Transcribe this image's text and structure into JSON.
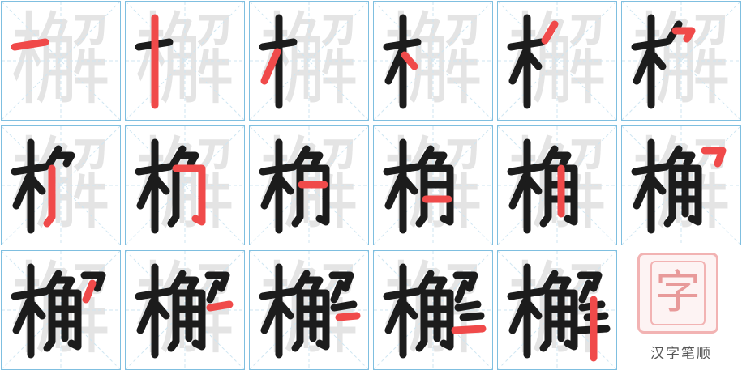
{
  "character": "檞",
  "total_strokes": 17,
  "colors": {
    "done": "#1c1c1c",
    "current": "#f04a4a",
    "ghost": "#e4e4e4",
    "grid": "#7fbfe0"
  },
  "steps": [
    1,
    2,
    3,
    4,
    5,
    6,
    7,
    8,
    9,
    10,
    11,
    12,
    13,
    14,
    15,
    16,
    17
  ],
  "logo": {
    "char": "字",
    "caption": "汉字笔顺"
  }
}
